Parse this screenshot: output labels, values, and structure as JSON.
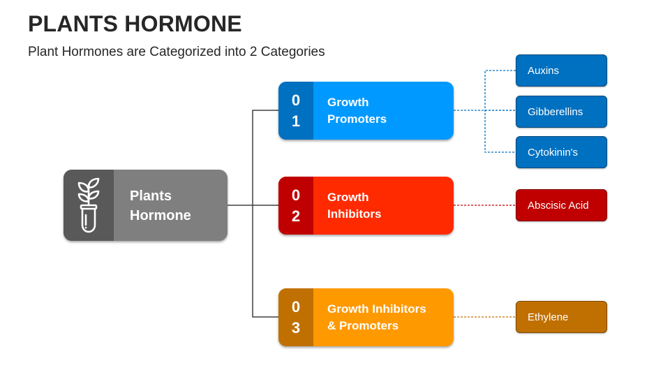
{
  "title": "PLANTS HORMONE",
  "subtitle": "Plant Hormones are Categorized into 2 Categories",
  "root": {
    "label_line1": "Plants",
    "label_line2": "Hormone",
    "icon": "plant-test-tube-icon"
  },
  "categories": [
    {
      "num_top": "0",
      "num_bottom": "1",
      "label_line1": "Growth",
      "label_line2": "Promoters",
      "color_main": "#0099ff",
      "color_num": "#0070c0",
      "leaves": [
        {
          "label": "Auxins"
        },
        {
          "label": "Gibberellins"
        },
        {
          "label": "Cytokinin's"
        }
      ],
      "leaf_color": "#0070c0"
    },
    {
      "num_top": "0",
      "num_bottom": "2",
      "label_line1": "Growth",
      "label_line2": "Inhibitors",
      "color_main": "#ff2a00",
      "color_num": "#c00000",
      "leaves": [
        {
          "label": "Abscisic Acid"
        }
      ],
      "leaf_color": "#c00000"
    },
    {
      "num_top": "0",
      "num_bottom": "3",
      "label_line1": "Growth Inhibitors",
      "label_line2": "& Promoters",
      "color_main": "#ff9900",
      "color_num": "#c07000",
      "leaves": [
        {
          "label": "Ethylene"
        }
      ],
      "leaf_color": "#c07000"
    }
  ]
}
